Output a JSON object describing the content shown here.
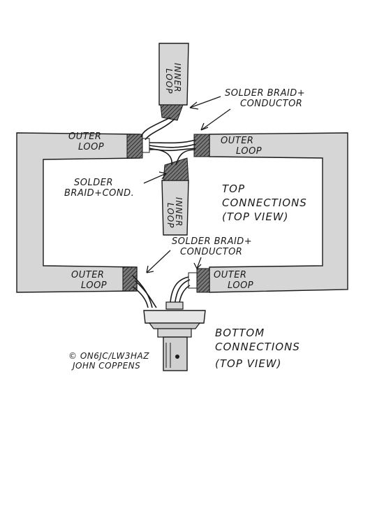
{
  "labels": {
    "solder_top_1": "SOLDER BRAID+",
    "solder_top_2": "CONDUCTOR",
    "solder_mid_1": "SOLDER",
    "solder_mid_2": "BRAID+COND.",
    "solder_bottom_1": "SOLDER BRAID+",
    "solder_bottom_2": "CONDUCTOR",
    "outer_loop_1": "OUTER",
    "outer_loop_2": "LOOP",
    "inner_loop_1": "INNER",
    "inner_loop_2": "LOOP",
    "top_conn_1": "TOP",
    "top_conn_2": "CONNECTIONS",
    "top_conn_3": "(TOP VIEW)",
    "bottom_conn_1": "BOTTOM",
    "bottom_conn_2": "CONNECTIONS",
    "bottom_conn_3": "(TOP VIEW)",
    "credit_1": "© ON6JC/LW3HAZ",
    "credit_2": "JOHN COPPENS"
  },
  "colors": {
    "cable_fill": "#d6d6d6",
    "ink": "#1a1a1a",
    "braid": "#4a4a4a"
  }
}
